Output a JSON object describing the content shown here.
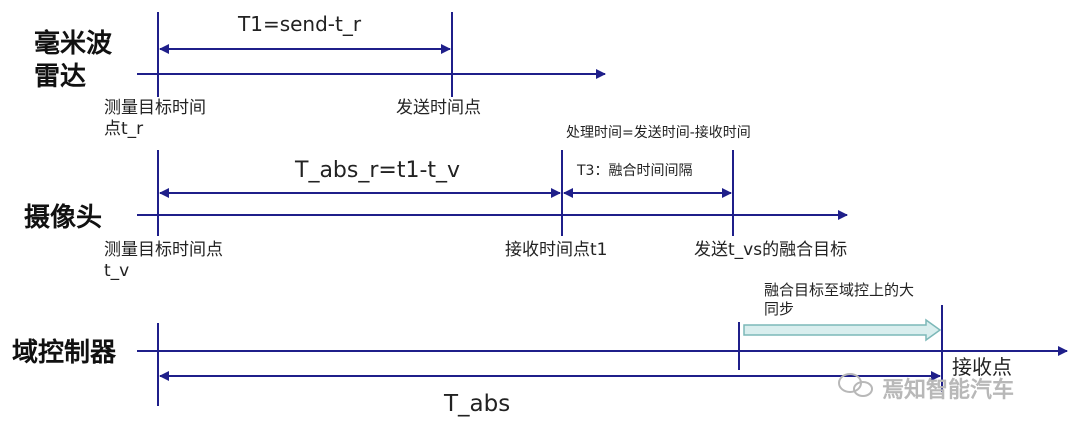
{
  "rows": {
    "radar": "毫米波\n雷达",
    "camera": "摄像头",
    "domain": "域控制器"
  },
  "radar": {
    "interval": "T1=send-t_r",
    "start": "测量目标时间点t_r",
    "send": "发送时间点"
  },
  "camera": {
    "note": "处理时间=发送时间-接收时间",
    "abs_r": "T_abs_r=t1-t_v",
    "t3": "T3：融合时间间隔",
    "start": "测量目标时间点t_v",
    "receive": "接收时间点t1",
    "send": "发送t_vs的融合目标"
  },
  "domain": {
    "sync": "融合目标至域控上的大同步",
    "receive": "接收点",
    "abs": "T_abs"
  },
  "watermark": "焉知智能汽车",
  "colors": {
    "axis": "#1f1f8a",
    "arrow_fill": "#d9eeee",
    "arrow_stroke": "#7cb8b8"
  }
}
